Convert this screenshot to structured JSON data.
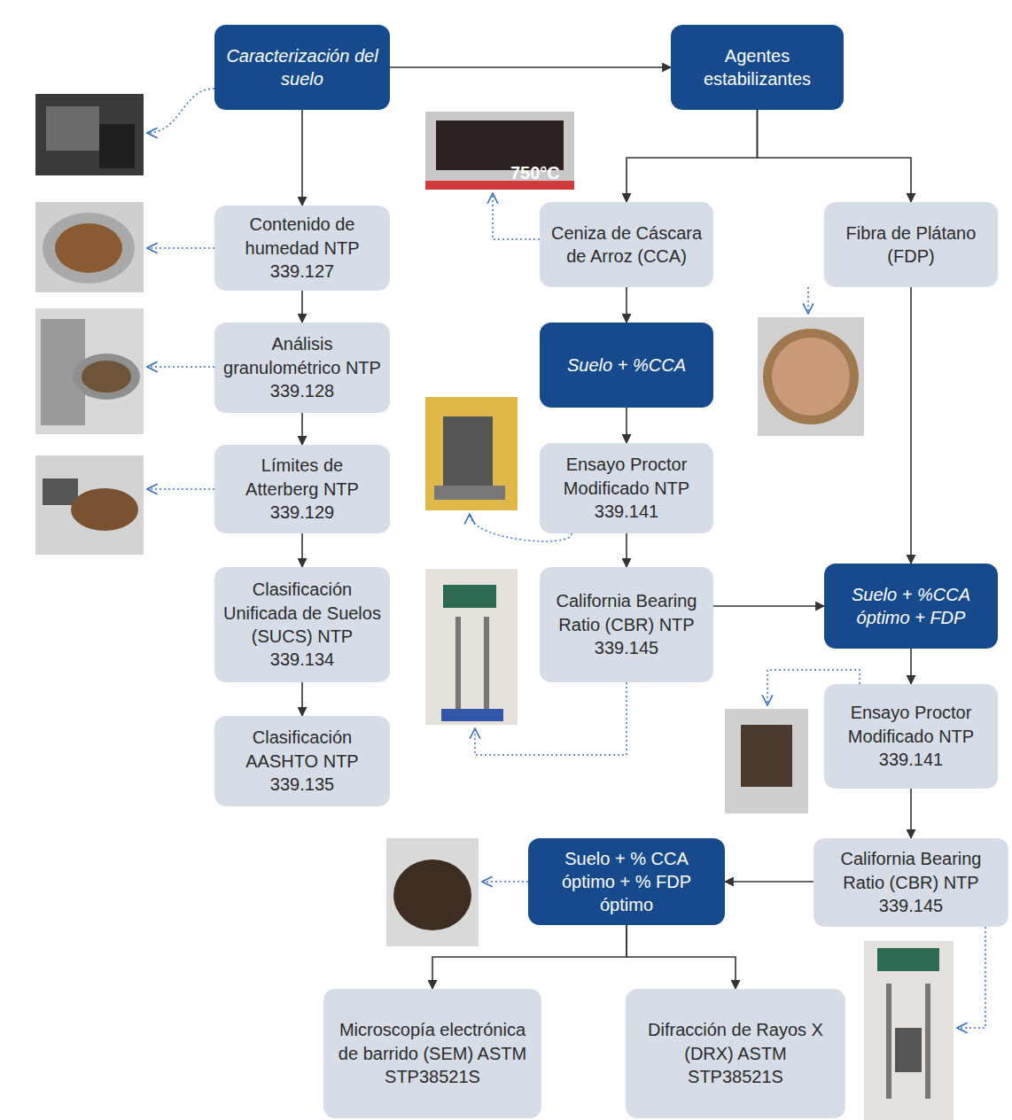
{
  "diagram": {
    "nodes": [
      {
        "text": [
          "Caracterización del suelo"
        ]
      },
      {
        "text": [
          "Agentes estabilizantes"
        ]
      },
      {
        "text": [
          "Contenido de humedad NTP 339.127"
        ]
      },
      {
        "text": [
          "Ceniza de Cáscara de Arroz (CCA)"
        ]
      },
      {
        "text": [
          "Fibra de Plátano (FDP)"
        ]
      },
      {
        "text": [
          "Análisis granulométrico NTP 339.128"
        ]
      },
      {
        "text": [
          "Suelo + %CCA"
        ]
      },
      {
        "text": [
          "Límites de Atterberg NTP 339.129"
        ]
      },
      {
        "text": [
          "Ensayo Proctor Modificado NTP 339.141"
        ]
      },
      {
        "text": [
          "Clasificación Unificada de Suelos (SUCS) NTP 339.134"
        ]
      },
      {
        "text": [
          "California Bearing Ratio (CBR) NTP 339.145"
        ]
      },
      {
        "text": [
          "Suelo + %CCA óptimo + FDP"
        ]
      },
      {
        "text": [
          "Clasificación AASHTO NTP 339.135"
        ]
      },
      {
        "text": [
          "Ensayo Proctor Modificado NTP 339.141"
        ]
      },
      {
        "text": [
          "California Bearing Ratio (CBR) NTP 339.145"
        ]
      },
      {
        "text": [
          "Suelo + % CCA óptimo + % FDP óptimo"
        ]
      },
      {
        "text": [
          "Microscopía electrónica de barrido (SEM) ASTM STP38521S"
        ]
      },
      {
        "text": [
          "Difracción de Rayos X (DRX) ASTM STP38521S"
        ]
      }
    ],
    "edges": [
      {
        "from": 0,
        "to": 1,
        "arrow": "to"
      },
      {
        "from": 0,
        "to": 2,
        "arrow": "to"
      },
      {
        "from": 2,
        "to": 5,
        "arrow": "to"
      },
      {
        "from": 5,
        "to": 7,
        "arrow": "to"
      },
      {
        "from": 7,
        "to": 9,
        "arrow": "to"
      },
      {
        "from": 9,
        "to": 12,
        "arrow": "to"
      },
      {
        "from": 1,
        "to": 3,
        "arrow": "to"
      },
      {
        "from": 1,
        "to": 4,
        "arrow": "to"
      },
      {
        "from": 3,
        "to": 6,
        "arrow": "to"
      },
      {
        "from": 6,
        "to": 8,
        "arrow": "to"
      },
      {
        "from": 8,
        "to": 10,
        "arrow": "to"
      },
      {
        "from": 10,
        "to": 11,
        "arrow": "to"
      },
      {
        "from": 4,
        "to": 11,
        "arrow": "to"
      },
      {
        "from": 11,
        "to": 13,
        "arrow": "to"
      },
      {
        "from": 13,
        "to": 14,
        "arrow": "to"
      },
      {
        "from": 14,
        "to": 15,
        "arrow": "to"
      },
      {
        "from": 15,
        "to": 16,
        "arrow": "to"
      },
      {
        "from": 15,
        "to": 17,
        "arrow": "to"
      }
    ],
    "labels": [
      "750°C"
    ]
  }
}
